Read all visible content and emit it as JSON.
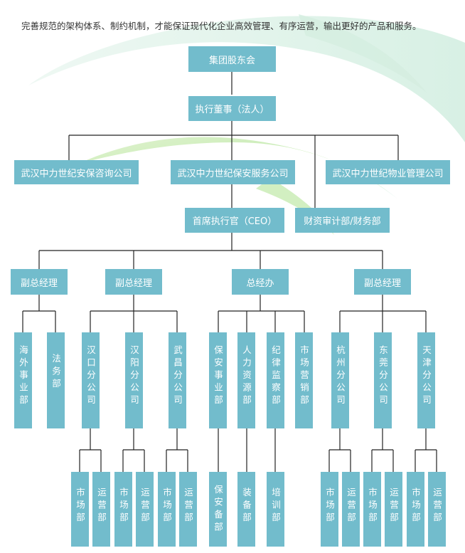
{
  "intro": "完善规范的架构体系、制约机制，才能保证现代化企业高效管理、有序运营，输出更好的产品和服务。",
  "colors": {
    "box": "#72bccc",
    "line": "#222222",
    "text": "#ffffff"
  },
  "nodes": {
    "shareholders": "集团股东会",
    "director": "执行董事（法人）",
    "consult": "武汉中力世纪安保咨询公司",
    "security": "武汉中力世纪保安服务公司",
    "property": "武汉中力世纪物业管理公司",
    "ceo": "首席执行官（CEO）",
    "finance": "财资审计部/财务部",
    "vp1": "副总经理",
    "vp2": "副总经理",
    "gm_office": "总经办",
    "vp3": "副总经理",
    "overseas": "海外事业部",
    "legal": "法务部",
    "hankou": "汉口分公司",
    "hanyang": "汉阳分公司",
    "wuchang": "武昌分公司",
    "guard_biz": "保安事业部",
    "hr": "人力资源部",
    "discipline": "纪律监察部",
    "marketing": "市场营销部",
    "hangzhou": "杭州分公司",
    "dongguan": "东莞分公司",
    "tianjin": "天津分公司",
    "hk_market": "市场部",
    "hk_ops": "运营部",
    "hy_market": "市场部",
    "hy_ops": "运营部",
    "wc_market": "市场部",
    "wc_ops": "运营部",
    "prep": "保安备部",
    "equip": "装备部",
    "training": "培训部",
    "hz_market": "市场部",
    "hz_ops": "运营部",
    "dg_market": "市场部",
    "dg_ops": "运营部",
    "tj_market": "市场部",
    "tj_ops": "运营部"
  }
}
